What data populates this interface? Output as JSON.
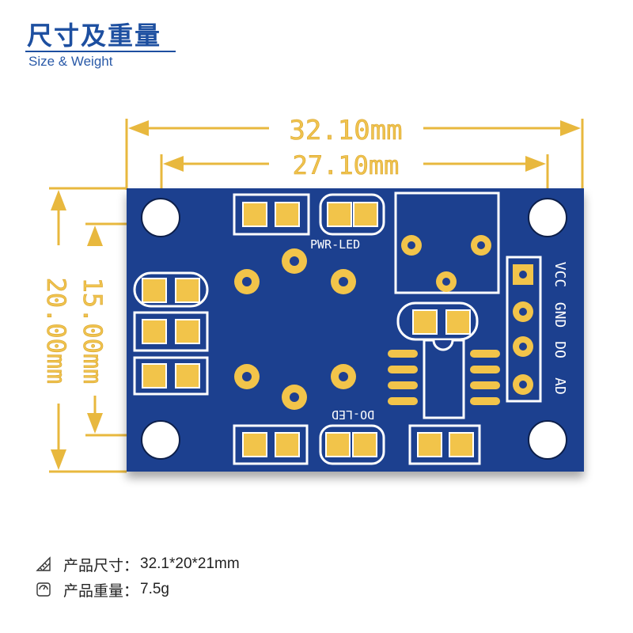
{
  "header": {
    "title": "尺寸及重量",
    "subtitle": "Size & Weight"
  },
  "dimensions": {
    "outer_width": "32.10mm",
    "hole_spacing_x": "27.10mm",
    "outer_height": "20.00mm",
    "hole_spacing_y": "15.00mm"
  },
  "board": {
    "pwr_led_label": "PWR-LED",
    "do_led_label": "DO-LED",
    "pins": [
      "VCC",
      "GND",
      "DO",
      "AD"
    ],
    "board_color": "#1f3f8f",
    "pad_color": "#f2c44a",
    "dimension_color": "#e8b83e"
  },
  "specs": {
    "size_label": "产品尺寸：",
    "size_value": "32.1*20*21mm",
    "weight_label": "产品重量：",
    "weight_value": "7.5g",
    "size_icon": "ruler-triangle-icon",
    "weight_icon": "scale-icon"
  }
}
